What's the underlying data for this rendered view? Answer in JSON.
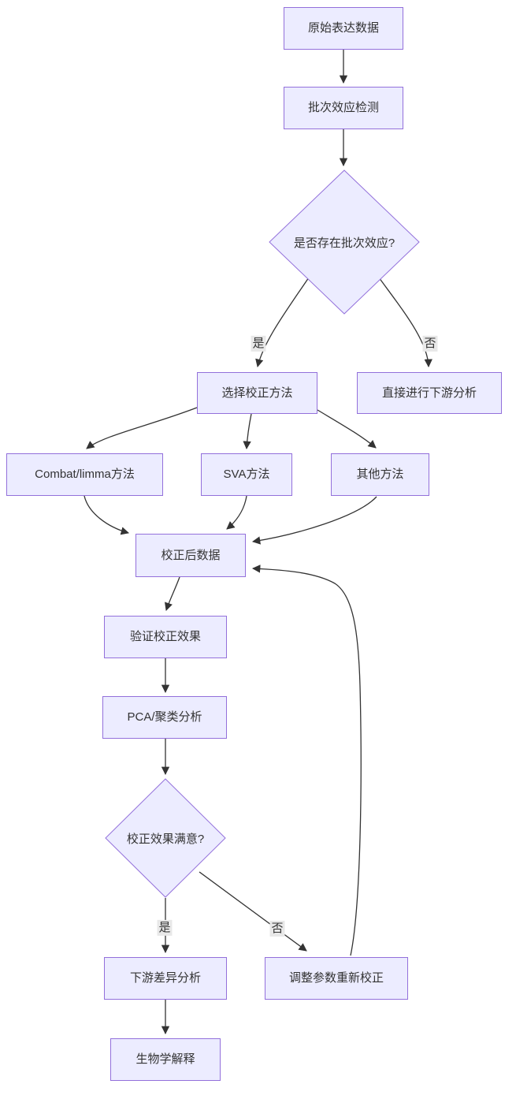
{
  "diagram": {
    "background": "#ffffff",
    "node_fill": "#ECECFF",
    "node_border": "#9370DB",
    "edge_color": "#333333",
    "text_color": "#333333",
    "edge_label_bg": "#e8e8e8",
    "nodes": {
      "raw_data": {
        "label": "原始表达数据"
      },
      "batch_detect": {
        "label": "批次效应检测"
      },
      "has_batch_q": {
        "label": "是否存在批次效应?"
      },
      "choose_method": {
        "label": "选择校正方法"
      },
      "direct_downstream": {
        "label": "直接进行下游分析"
      },
      "combat_limma": {
        "label": "Combat/limma方法"
      },
      "sva": {
        "label": "SVA方法"
      },
      "other_method": {
        "label": "其他方法"
      },
      "corrected_data": {
        "label": "校正后数据"
      },
      "validate_effect": {
        "label": "验证校正效果"
      },
      "pca_cluster": {
        "label": "PCA/聚类分析"
      },
      "satisfied_q": {
        "label": "校正效果满意?"
      },
      "downstream_diff": {
        "label": "下游差异分析"
      },
      "adjust_params": {
        "label": "调整参数重新校正"
      },
      "bio_interp": {
        "label": "生物学解释"
      }
    },
    "edge_labels": {
      "yes1": "是",
      "no1": "否",
      "yes2": "是",
      "no2": "否"
    }
  }
}
